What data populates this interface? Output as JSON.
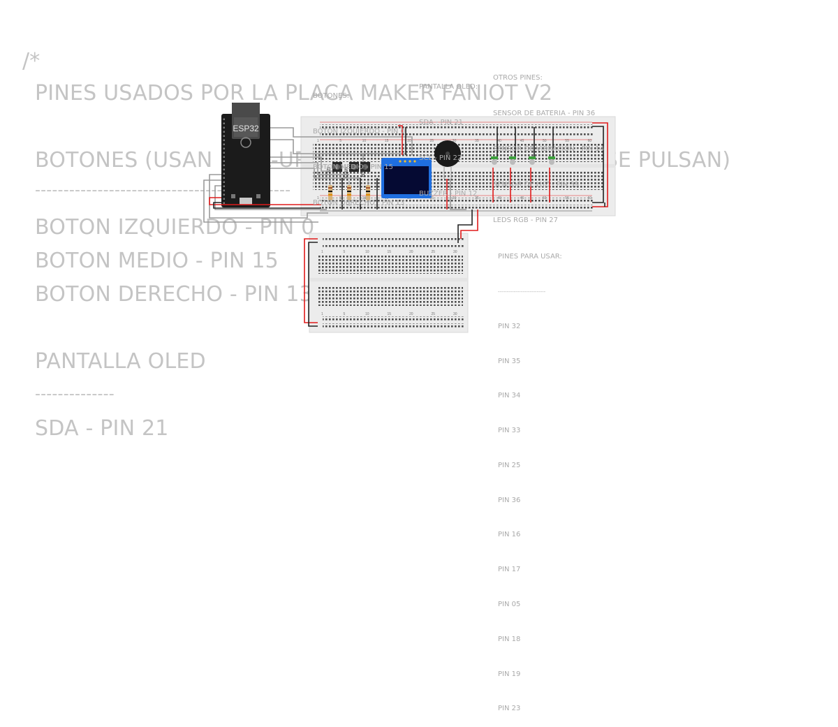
{
  "code_comment": {
    "open": "/*",
    "lines": [
      "PINES USADOS POR LA PLACA MAKER FANIOT V2",
      "",
      "BOTONES (USAN PULL-UP INTERNO, LEEN 0 CUANDO SE PULSAN)",
      "---------------------------------------------",
      "BOTON IZQUIERDO - PIN 0",
      "BOTON MEDIO - PIN 15",
      "BOTON DERECHO - PIN 13",
      "",
      "PANTALLA OLED",
      "--------------",
      "SDA - PIN 21"
    ]
  },
  "notes": {
    "botones": [
      "BOTONES:",
      "BOTON IZQUIERDO - PIN 0",
      "BOTON MEDIO - PIN 15",
      "BOTON DERECHO - PIN 13"
    ],
    "oled": [
      "PANTALLA OLED:",
      "SDA - PIN 21",
      "SCL - PIN 22",
      "BUZZER - PIN 12"
    ],
    "otros": [
      "OTROS PINES:",
      "SENSOR DE BATERIA - PIN 36",
      "SENSOR DE VIBRACION - PIN 14",
      "SENSOR DE LUZ - PIN 39",
      "LEDS RGB - PIN 27"
    ],
    "pines": [
      "PINES PARA USAR:",
      "---------------------------",
      "PIN 32",
      "PIN 35",
      "PIN 34",
      "PIN 33",
      "PIN 25",
      "PIN 36",
      "PIN 16",
      "PIN 17",
      "PIN 05",
      "PIN 18",
      "PIN 19",
      "PIN 23"
    ]
  },
  "components": {
    "esp32_label": "ESP32",
    "button_labels": [
      "IZQ",
      "MED",
      "DER"
    ]
  },
  "breadboard_top_numbers": [
    "1",
    "5",
    "10",
    "15",
    "20",
    "25",
    "30",
    "35",
    "40",
    "45",
    "50",
    "55",
    "60"
  ],
  "breadboard_bottom_numbers": [
    "1",
    "5",
    "10",
    "15",
    "20",
    "25",
    "30"
  ],
  "colors": {
    "wire_red": "#e01b1b",
    "wire_black": "#222222",
    "wire_gray": "#9a9a9a",
    "board": "#eeeeee",
    "oled_border": "#1f6fe0",
    "oled_screen": "#050a33",
    "esp32": "#1b1b1b"
  }
}
